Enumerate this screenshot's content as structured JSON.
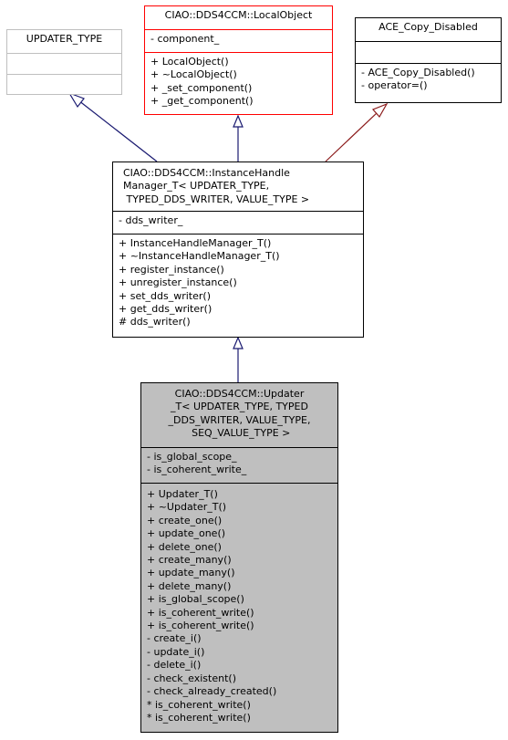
{
  "classes": {
    "updater_type": {
      "title": [
        "UPDATER_TYPE"
      ],
      "attributes": [],
      "operations": []
    },
    "local_object": {
      "title": [
        "CIAO::DDS4CCM::LocalObject"
      ],
      "attributes": [
        "- component_"
      ],
      "operations": [
        "+ LocalObject()",
        "+ ~LocalObject()",
        "+ _set_component()",
        "+ _get_component()"
      ]
    },
    "ace_copy_disabled": {
      "title": [
        "ACE_Copy_Disabled"
      ],
      "attributes": [],
      "operations": [
        "- ACE_Copy_Disabled()",
        "- operator=()"
      ]
    },
    "instance_handle_manager": {
      "title": [
        "CIAO::DDS4CCM::InstanceHandle",
        "Manager_T< UPDATER_TYPE,",
        " TYPED_DDS_WRITER, VALUE_TYPE >"
      ],
      "attributes": [
        "- dds_writer_"
      ],
      "operations": [
        "+ InstanceHandleManager_T()",
        "+ ~InstanceHandleManager_T()",
        "+ register_instance()",
        "+ unregister_instance()",
        "+ set_dds_writer()",
        "+ get_dds_writer()",
        "# dds_writer()"
      ]
    },
    "updater": {
      "title": [
        "CIAO::DDS4CCM::Updater",
        "_T< UPDATER_TYPE, TYPED",
        "_DDS_WRITER, VALUE_TYPE,",
        " SEQ_VALUE_TYPE >"
      ],
      "attributes": [
        "- is_global_scope_",
        "- is_coherent_write_"
      ],
      "operations": [
        "+ Updater_T()",
        "+ ~Updater_T()",
        "+ create_one()",
        "+ update_one()",
        "+ delete_one()",
        "+ create_many()",
        "+ update_many()",
        "+ delete_many()",
        "+ is_global_scope()",
        "+ is_coherent_write()",
        "+ is_coherent_write()",
        "- create_i()",
        "- update_i()",
        "- delete_i()",
        "- check_existent()",
        "- check_already_created()",
        "* is_coherent_write()",
        "* is_coherent_write()"
      ]
    }
  },
  "edge_colors": {
    "updater_type": "#191970",
    "local_object": "#191970",
    "ace_copy_disabled": "#8b1a1a",
    "instance_handle_manager": "#191970"
  }
}
